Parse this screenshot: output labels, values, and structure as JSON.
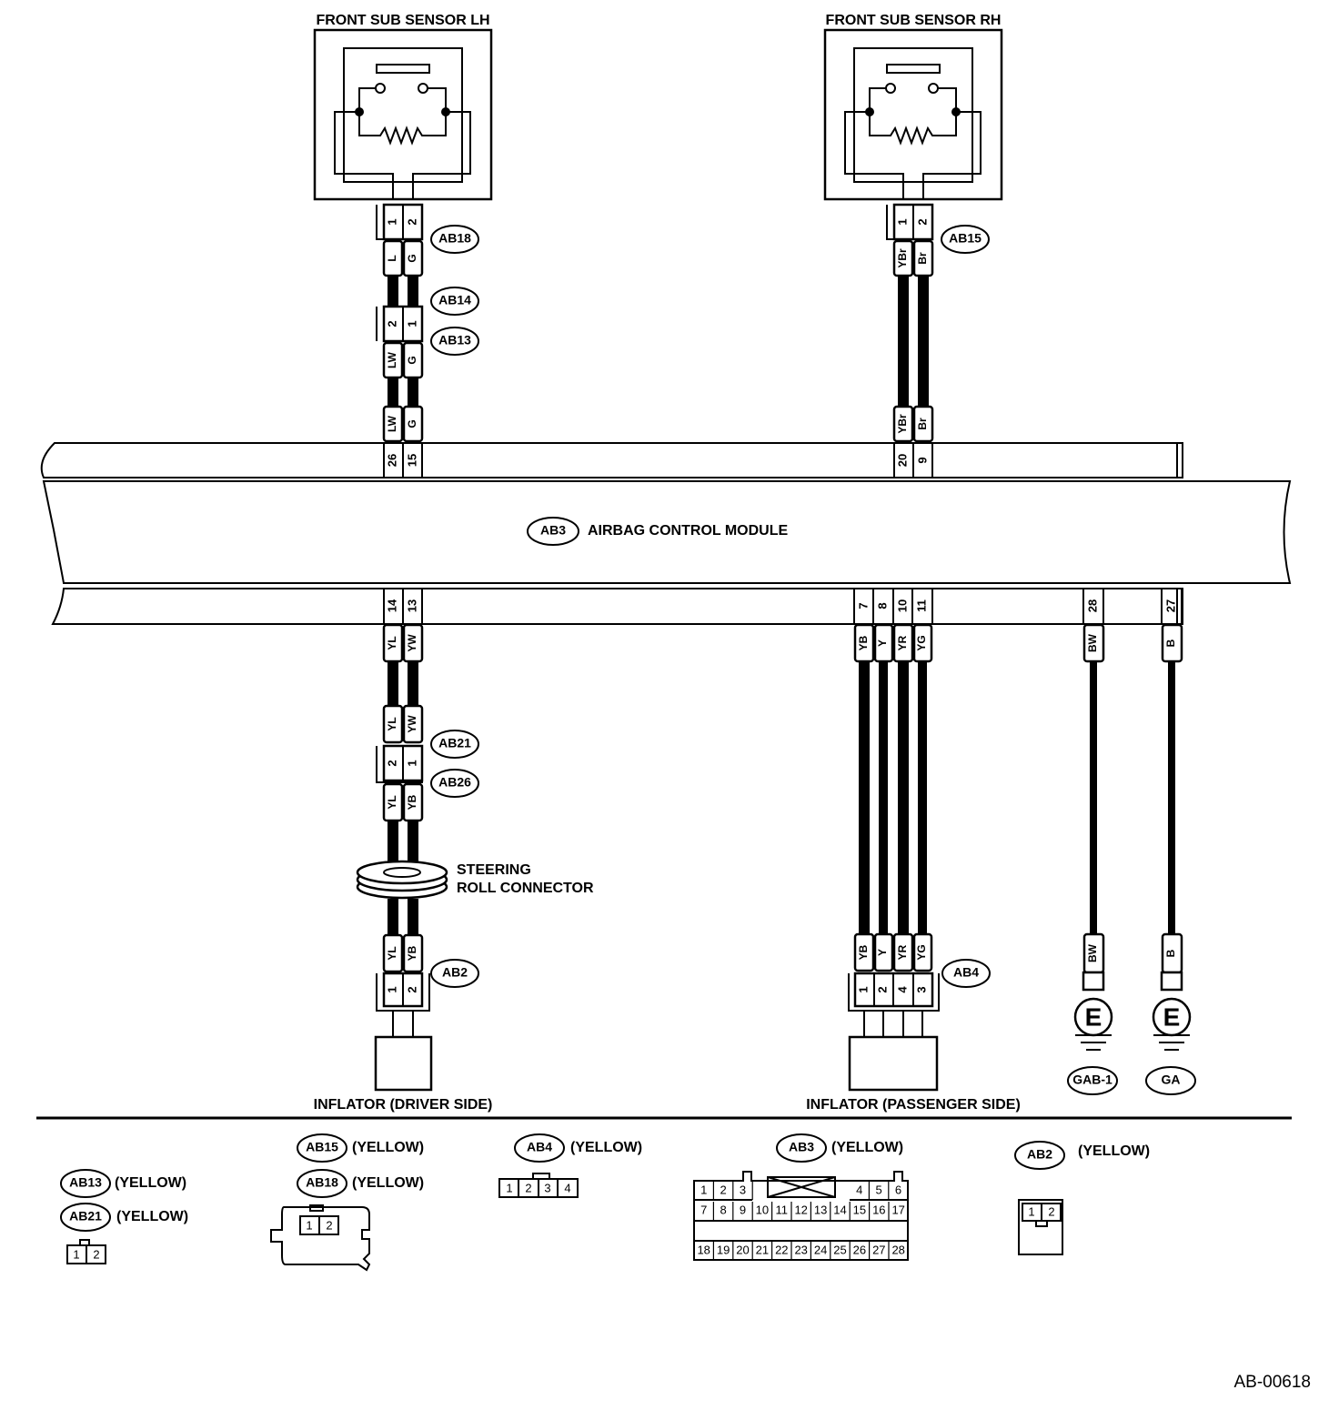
{
  "figure_id": "AB-00618",
  "components": {
    "sensor_lh": "FRONT SUB SENSOR LH",
    "sensor_rh": "FRONT SUB SENSOR RH",
    "module_code": "AB3",
    "module_name": "AIRBAG CONTROL MODULE",
    "steering_roll_line1": "STEERING",
    "steering_roll_line2": "ROLL CONNECTOR",
    "inflator_driver": "INFLATOR (DRIVER SIDE)",
    "inflator_passenger": "INFLATOR (PASSENGER SIDE)"
  },
  "connectors": {
    "ab18": "AB18",
    "ab15": "AB15",
    "ab14": "AB14",
    "ab13": "AB13",
    "ab21": "AB21",
    "ab26": "AB26",
    "ab2": "AB2",
    "ab4": "AB4"
  },
  "grounds": {
    "g1": "GAB-1",
    "g2": "GA",
    "symbol": "E"
  },
  "pins": {
    "lh_sensor": [
      "1",
      "2"
    ],
    "rh_sensor": [
      "1",
      "2"
    ],
    "ab14_13": [
      "2",
      "1"
    ],
    "module_top": [
      "26",
      "15",
      "20",
      "9"
    ],
    "module_bottom": [
      "14",
      "13",
      "7",
      "8",
      "10",
      "11",
      "28",
      "27"
    ],
    "ab21_26": [
      "2",
      "1"
    ],
    "ab2": [
      "1",
      "2"
    ],
    "ab4": [
      "1",
      "2",
      "4",
      "3"
    ]
  },
  "wires": {
    "lh_a": "L",
    "lh_b": "G",
    "lh_c": "LW",
    "lh_d": "G",
    "lh_e": "LW",
    "lh_f": "G",
    "rh_a": "YBr",
    "rh_b": "Br",
    "rh_c": "YBr",
    "rh_d": "Br",
    "dr_a": "YL",
    "dr_b": "YW",
    "dr_c": "YL",
    "dr_d": "YW",
    "dr_e": "YL",
    "dr_f": "YB",
    "dr_g": "YL",
    "dr_h": "YB",
    "ps_a": "YB",
    "ps_b": "Y",
    "ps_c": "YR",
    "ps_d": "YG",
    "ps_e": "YB",
    "ps_f": "Y",
    "ps_g": "YR",
    "ps_h": "YG",
    "gr_a": "BW",
    "gr_b": "B",
    "gr_c": "BW",
    "gr_d": "B"
  },
  "legend": {
    "yellow": "(YELLOW)",
    "ab13": "AB13",
    "ab21": "AB21",
    "ab15": "AB15",
    "ab18": "AB18",
    "ab4": "AB4",
    "ab3": "AB3",
    "ab2": "AB2",
    "c2_cells": [
      "1",
      "2"
    ],
    "c4_cells": [
      "1",
      "2",
      "3",
      "4"
    ],
    "ab3_row1": [
      "1",
      "2",
      "3",
      "4",
      "5",
      "6"
    ],
    "ab3_row2": [
      "7",
      "8",
      "9",
      "10",
      "11",
      "12",
      "13",
      "14",
      "15",
      "16",
      "17"
    ],
    "ab3_row3": [
      "18",
      "19",
      "20",
      "21",
      "22",
      "23",
      "24",
      "25",
      "26",
      "27",
      "28"
    ]
  }
}
